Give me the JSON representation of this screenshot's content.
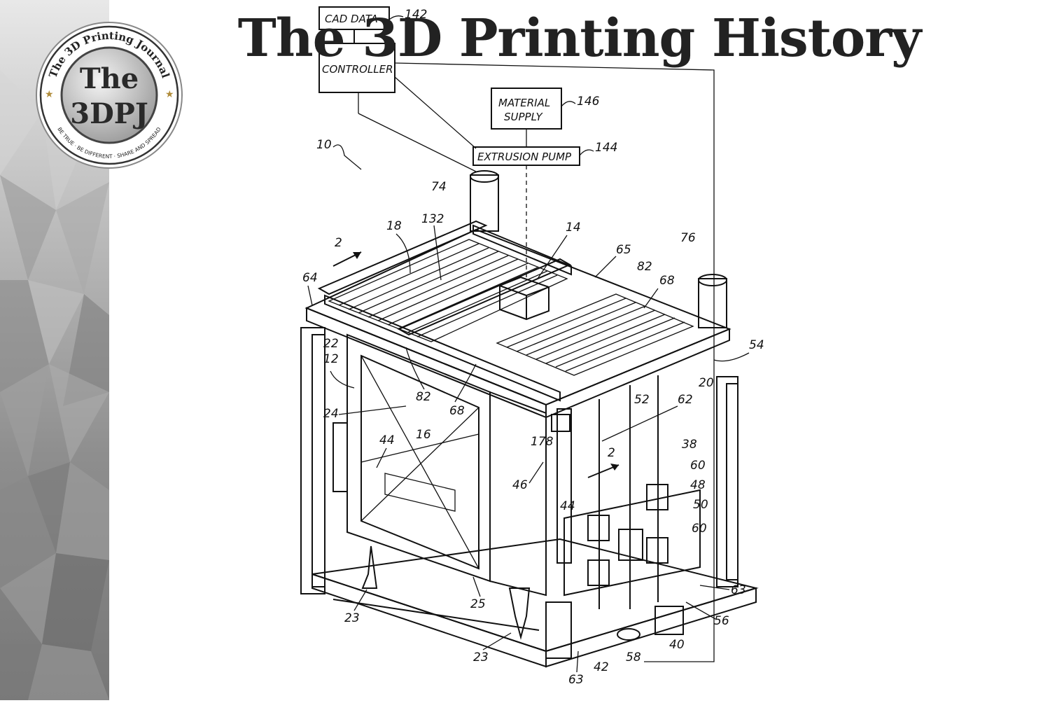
{
  "title": "The 3D Printing History",
  "logo": {
    "ring_text_top": "The 3D Printing Journal",
    "ring_text_bottom": "BE TRUE · BE DIFFERENT · SHARE AND SPREAD",
    "center_line1": "The",
    "center_line2": "3DPJ"
  },
  "diagram": {
    "boxes": {
      "cad": "CAD DATA",
      "controller": "CONTROLLER",
      "material_l1": "MATERIAL",
      "material_l2": "SUPPLY",
      "pump": "EXTRUSION PUMP"
    },
    "refs": {
      "r142": "142",
      "r146": "146",
      "r144": "144",
      "r10": "10",
      "r74": "74",
      "r18": "18",
      "r132": "132",
      "r14": "14",
      "r65": "65",
      "r76": "76",
      "r82a": "82",
      "r68a": "68",
      "r64": "64",
      "r2a": "2",
      "r22": "22",
      "r12": "12",
      "r54": "54",
      "r20": "20",
      "r52": "52",
      "r62": "62",
      "r82b": "82",
      "r68b": "68",
      "r24": "24",
      "r16": "16",
      "r44a": "44",
      "r178": "178",
      "r38": "38",
      "r60a": "60",
      "r48": "48",
      "r50": "50",
      "r2b": "2",
      "r46": "46",
      "r44b": "44",
      "r60b": "60",
      "r63a": "63",
      "r56": "56",
      "r23a": "23",
      "r25": "25",
      "r40": "40",
      "r58": "58",
      "r42": "42",
      "r23b": "23",
      "r63b": "63"
    }
  }
}
